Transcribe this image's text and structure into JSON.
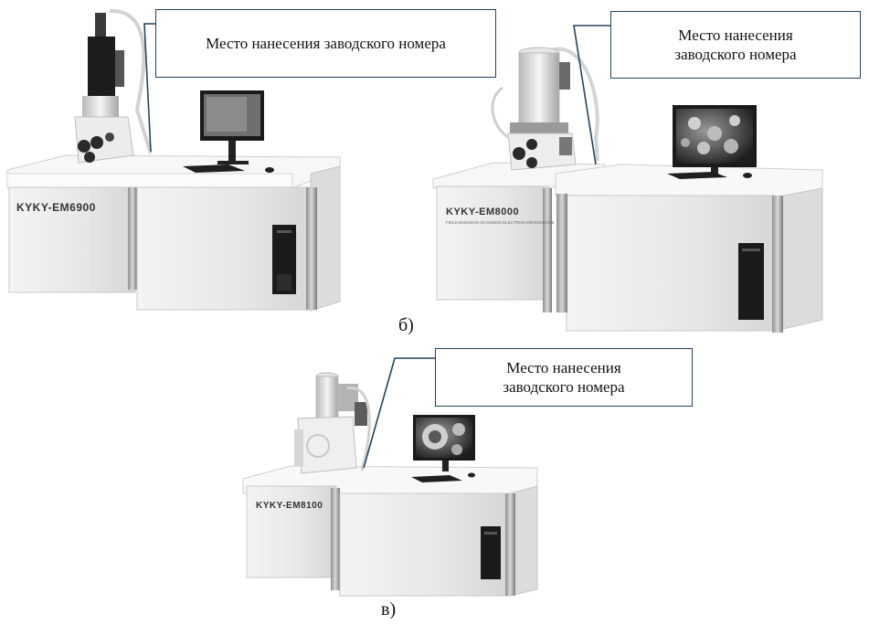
{
  "callouts": {
    "a": {
      "line1": "Место нанесения заводского номера"
    },
    "b": {
      "line1": "Место нанесения",
      "line2": "заводского номера"
    },
    "c": {
      "line1": "Место нанесения",
      "line2": "заводского номера"
    }
  },
  "captions": {
    "b": "б)",
    "c": "в)"
  },
  "devices": {
    "a": {
      "brand": "KYKY-EM6900"
    },
    "b": {
      "brand": "KYKY-EM8000",
      "sub": "FIELD EMISSION SCANNING ELECTRON MICROSCOPE"
    },
    "c": {
      "brand": "KYKY-EM8100"
    }
  },
  "colors": {
    "callout_border": "#25425b",
    "accent": "#8a1a1a",
    "body_panel": "#ececec"
  }
}
